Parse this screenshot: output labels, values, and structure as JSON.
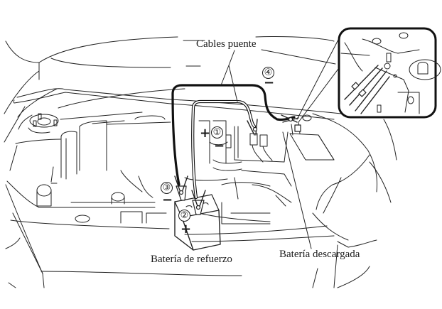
{
  "diagram": {
    "subject": "Jump-start connection of booster cables",
    "labels": {
      "cables": "Cables puente",
      "booster_battery": "Batería de refuerzo",
      "dead_battery": "Batería descargada"
    },
    "steps": [
      {
        "number": "①",
        "polarity": "+",
        "description_target": "dead battery positive terminal"
      },
      {
        "number": "②",
        "polarity": "+",
        "description_target": "booster battery positive terminal"
      },
      {
        "number": "③",
        "polarity": "−",
        "description_target": "booster battery negative terminal"
      },
      {
        "number": "④",
        "polarity": "−",
        "description_target": "ground point on engine/body"
      }
    ],
    "signs": {
      "plus": "+",
      "minus": "−"
    },
    "inset": "detail of ground connection near strut tower"
  }
}
